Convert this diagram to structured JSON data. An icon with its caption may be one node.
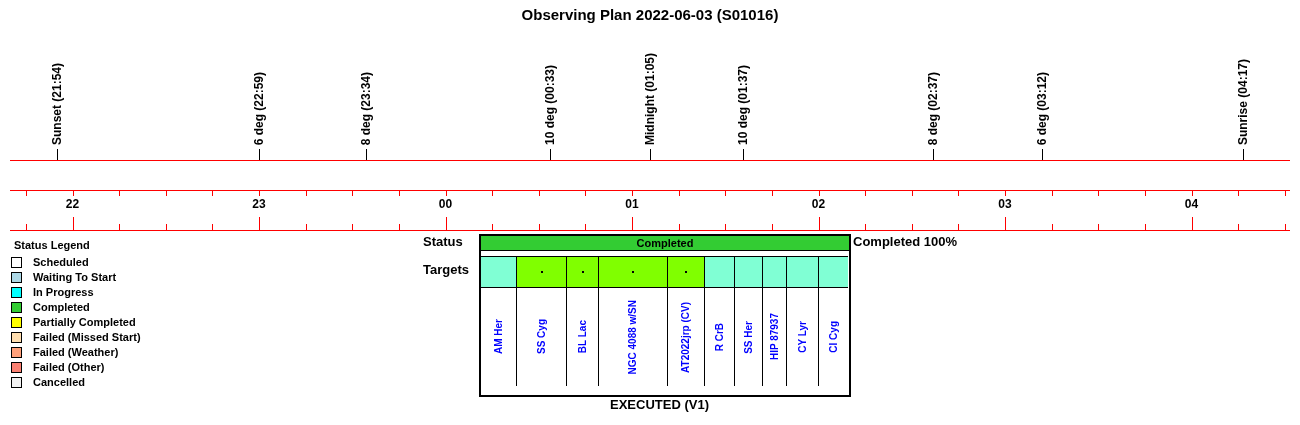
{
  "diagram": {
    "title": "Observing Plan 2022-06-03 (S01016)",
    "nodes": [
      {
        "text": [
          "Completed"
        ]
      },
      {
        "text": [
          "AM Her"
        ]
      },
      {
        "text": [
          "SS Cyg"
        ]
      },
      {
        "text": [
          "BL Lac"
        ]
      },
      {
        "text": [
          "NGC 4088 w/SN"
        ]
      },
      {
        "text": [
          "AT2022jrp (CV)"
        ]
      },
      {
        "text": [
          "R CrB"
        ]
      },
      {
        "text": [
          "SS Her"
        ]
      },
      {
        "text": [
          "HIP 87937"
        ]
      },
      {
        "text": [
          "CY Lyr"
        ]
      },
      {
        "text": [
          "CI Cyg"
        ]
      }
    ],
    "edges": [],
    "labels": [
      "Sunset (21:54)",
      "6 deg (22:59)",
      "8 deg (23:34)",
      "10 deg (00:33)",
      "Midnight (01:05)",
      "10 deg (01:37)",
      "8 deg (02:37)",
      "6 deg (03:12)",
      "Sunrise (04:17)",
      "22",
      "23",
      "00",
      "01",
      "02",
      "03",
      "04",
      "Status Legend",
      "Status",
      "Completed 100%",
      "Targets",
      "EXECUTED (V1)"
    ],
    "legend": [
      {
        "text": "Scheduled",
        "color": "#ffffff"
      },
      {
        "text": "Waiting To Start",
        "color": "#add8e6"
      },
      {
        "text": "In Progress",
        "color": "#00ffff"
      },
      {
        "text": "Completed",
        "color": "#33cc33"
      },
      {
        "text": "Partially Completed",
        "color": "#ffff00"
      },
      {
        "text": "Failed (Missed Start)",
        "color": "#ffdeb0"
      },
      {
        "text": "Failed (Weather)",
        "color": "#ffa07a"
      },
      {
        "text": "Failed (Other)",
        "color": "#fa8072"
      },
      {
        "text": "Cancelled",
        "color": "#f2f2f2"
      }
    ]
  }
}
